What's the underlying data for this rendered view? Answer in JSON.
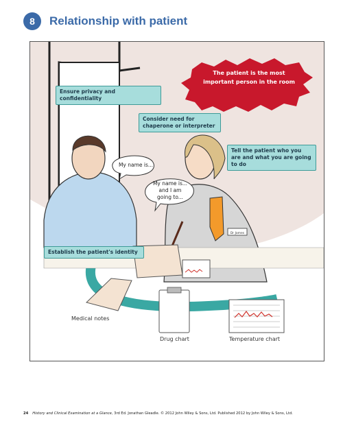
{
  "header": {
    "chapter_number": "8",
    "title": "Relationship with patient"
  },
  "callouts": {
    "privacy": "Ensure privacy and confidentiality",
    "chaperone": "Consider need for chaperone or interpreter",
    "tell_patient": "Tell the patient who you are and what you are going to do",
    "identity": "Establish the patient's identity"
  },
  "star_banner": "The patient is the most important person in the room",
  "speech": {
    "patient": "My name is...",
    "doctor": "My name is... and I am going to..."
  },
  "name_badge": "Dr James",
  "items": {
    "medical_notes": "Medical notes",
    "drug_chart": "Drug chart",
    "temperature_chart": "Temperature chart"
  },
  "footer": {
    "page_number": "24",
    "book_title": "History and Clinical Examination at a Glance",
    "rest": ", 3rd Ed. Jonathan Gleadle. © 2012 John Wiley & Sons, Ltd. Published 2012 by John Wiley & Sons, Ltd."
  }
}
